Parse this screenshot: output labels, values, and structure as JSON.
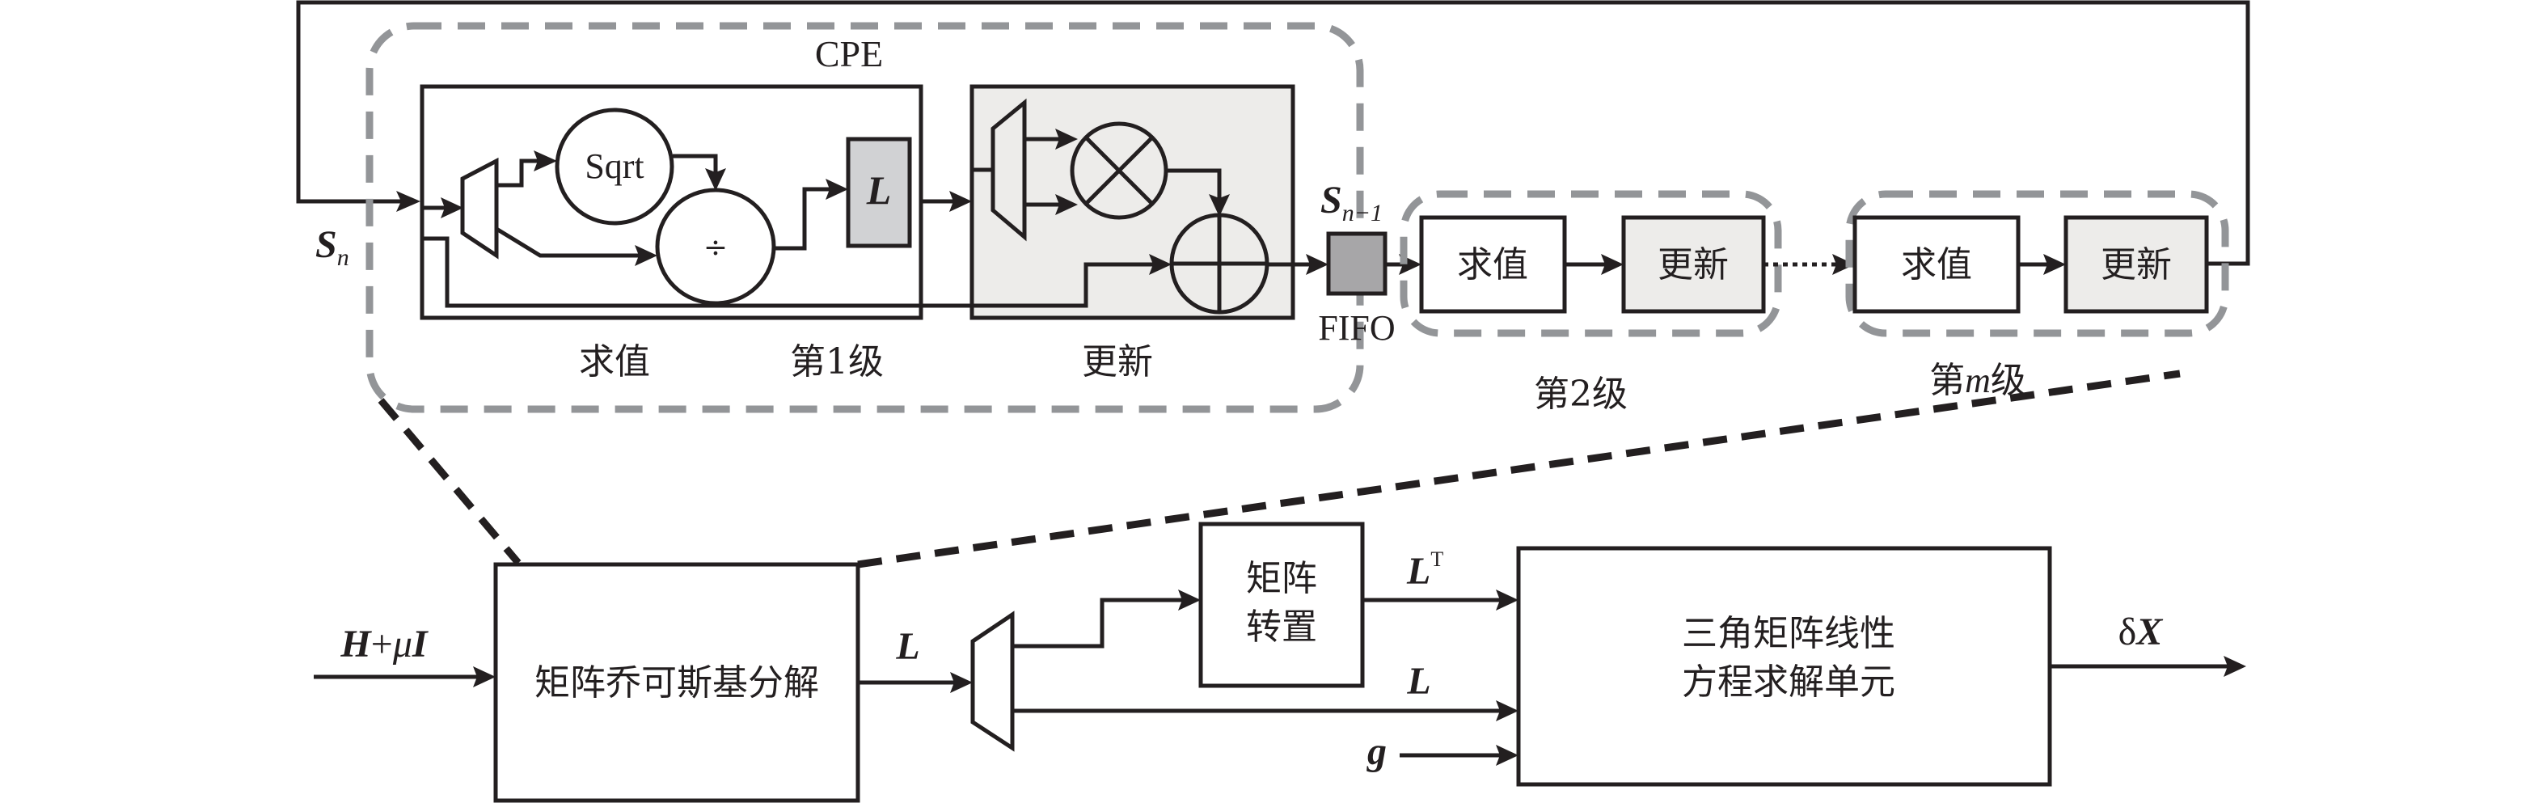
{
  "colors": {
    "stroke": "#231f20",
    "dashed_group": "#939598",
    "update_fill": "#edecea",
    "register_fill": "#d1d2d4",
    "fifo_fill": "#a7a6a8"
  },
  "top": {
    "input_label": "S",
    "input_sub": "n",
    "cpe_label": "CPE",
    "stage1": {
      "compute_label": "求值",
      "stage_label": "第1级",
      "update_label": "更新",
      "sqrt_label": "Sqrt",
      "div_symbol": "÷",
      "register_label": "L"
    },
    "fifo_out_label": "S",
    "fifo_out_sub": "n−1",
    "fifo_label": "FIFO",
    "stage2": {
      "compute_label": "求值",
      "update_label": "更新",
      "stage_label": "第2级"
    },
    "stagem": {
      "compute_label": "求值",
      "update_label": "更新",
      "stage_prefix": "第",
      "stage_var": "m",
      "stage_suffix": "级"
    }
  },
  "bottom": {
    "input_label_H": "H",
    "input_label_plus": "+",
    "input_label_mu": "μ",
    "input_label_I": "I",
    "cholesky_label": "矩阵乔可斯基分解",
    "cholesky_out_label": "L",
    "transpose_line1": "矩阵",
    "transpose_line2": "转置",
    "transpose_out_label": "L",
    "transpose_out_sup": "T",
    "direct_label": "L",
    "g_label": "g",
    "solver_line1": "三角矩阵线性",
    "solver_line2": "方程求解单元",
    "output_delta": "δ",
    "output_var": "X"
  }
}
